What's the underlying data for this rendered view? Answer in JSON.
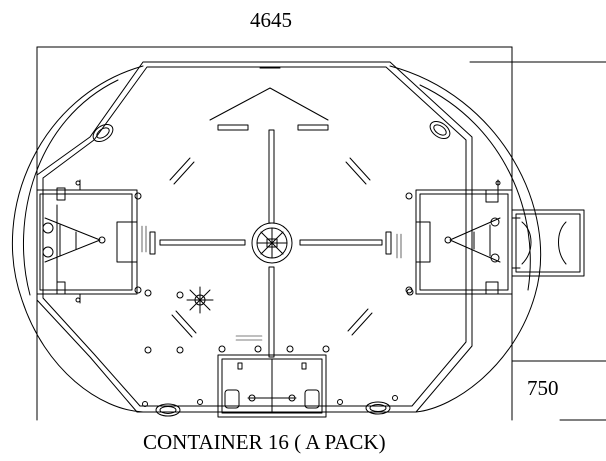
{
  "drawing": {
    "dim_width_label": "4645",
    "dim_extension_label": "750",
    "caption": "CONTAINER 16 ( A PACK)"
  },
  "colors": {
    "line": "#000000",
    "background": "#ffffff"
  }
}
